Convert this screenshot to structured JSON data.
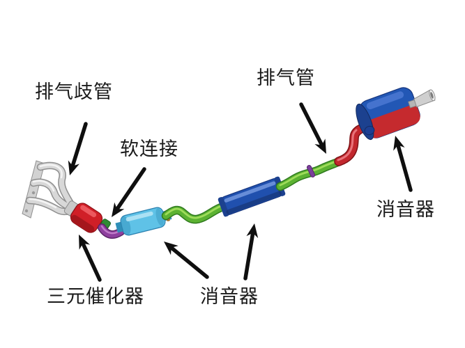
{
  "background": "#ffffff",
  "labels": {
    "exhaust_manifold": "排气歧管",
    "flex_joint": "软连接",
    "exhaust_pipe": "排气管",
    "three_way_catalyst": "三元催化器",
    "middle_muffler": "消音器",
    "rear_muffler": "消音器"
  },
  "colors": {
    "label_text": "#1a1a1a",
    "arrow": "#0f0f0f",
    "manifold_chrome": "#d8d8d8",
    "manifold_outline": "#8f8f8f",
    "catalyst_red": "#d01f27",
    "catalyst_dark": "#9e151b",
    "joint_green": "#2e8b33",
    "flex_purple": "#8e3f9e",
    "resonator_cyan": "#5fc2e7",
    "resonator_edge": "#2a7fae",
    "pipe_green": "#5cb232",
    "pipe_green_dark": "#2f7a1e",
    "clamp_tan": "#a8762f",
    "clamp_purple": "#7b3f9a",
    "mid_muffler_blue": "#2050ae",
    "mid_muffler_dark": "#16357d",
    "pipe_red": "#c2272d",
    "pipe_red_dark": "#7e1216",
    "rear_muffler_blue": "#2257b5",
    "rear_muffler_red": "#c52a2e",
    "tailpipe_silver": "#cfcfcf"
  }
}
